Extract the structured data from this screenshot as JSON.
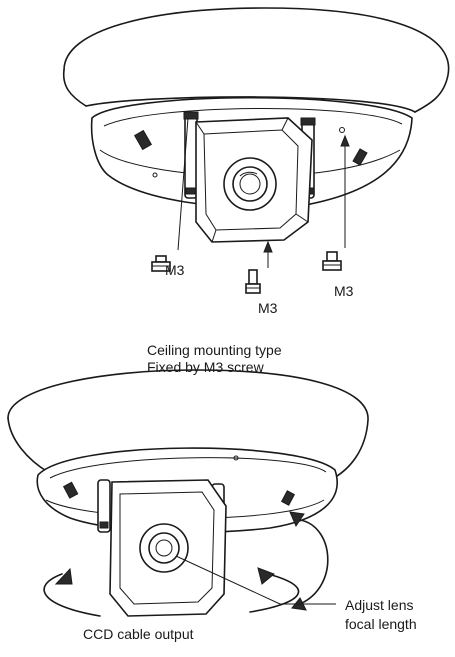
{
  "top_diagram": {
    "screw_labels": [
      "M3",
      "M3",
      "M3"
    ],
    "caption_line1": "Ceiling mounting type",
    "caption_line2": "Fixed by M3 screw"
  },
  "bottom_diagram": {
    "adjust_label_line1": "Adjust lens",
    "adjust_label_line2": "focal length",
    "cable_label": "CCD cable output"
  }
}
